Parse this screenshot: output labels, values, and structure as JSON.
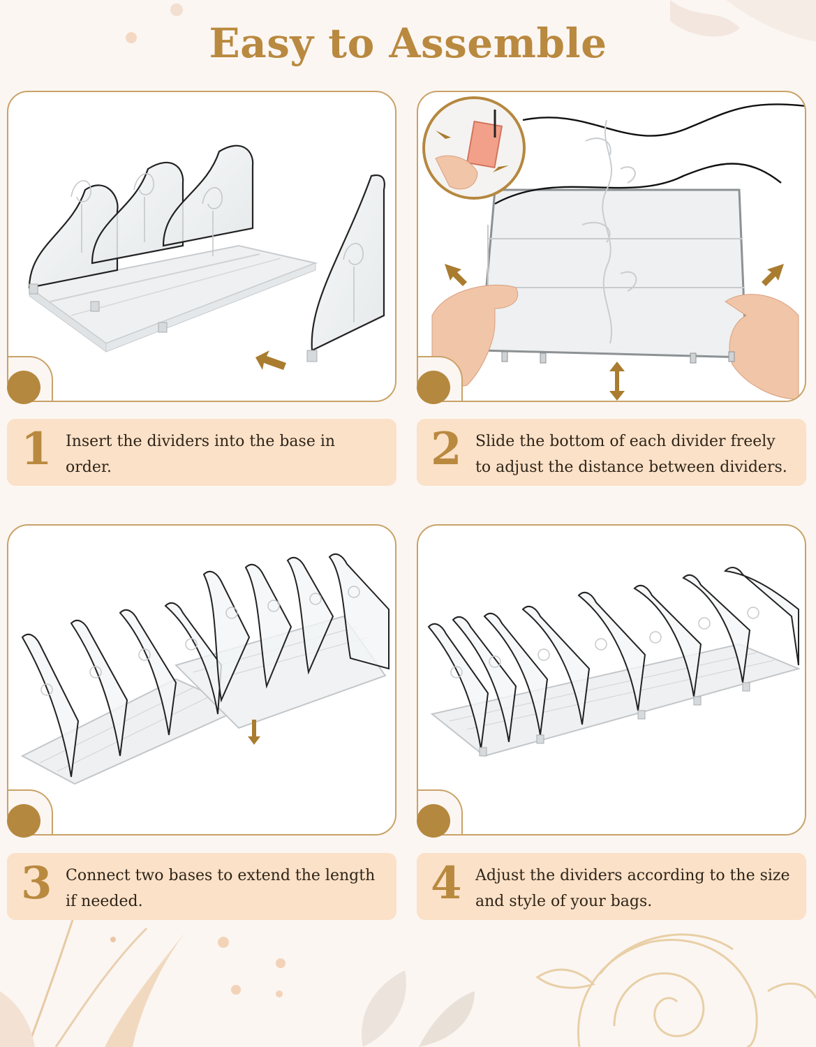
{
  "title": "Easy to Assemble",
  "steps": [
    {
      "number": "1",
      "text": "Insert the dividers into the base in order."
    },
    {
      "number": "2",
      "text": "Slide the bottom of each divider freely to adjust the distance between dividers."
    },
    {
      "number": "3",
      "text": "Connect two bases to extend the length if needed."
    },
    {
      "number": "4",
      "text": "Adjust the dividers according to the size and style of your bags."
    }
  ],
  "colors": {
    "accent": "#b9893f",
    "panel_border": "#c9a267",
    "caption_bg": "#fbe1c8",
    "page_bg": "#fbf6f2"
  },
  "icons": {
    "arrow": "arrow-icon",
    "step_marker": "step-dot-icon",
    "divider": "acrylic-divider",
    "rose": "rose-decoration"
  }
}
